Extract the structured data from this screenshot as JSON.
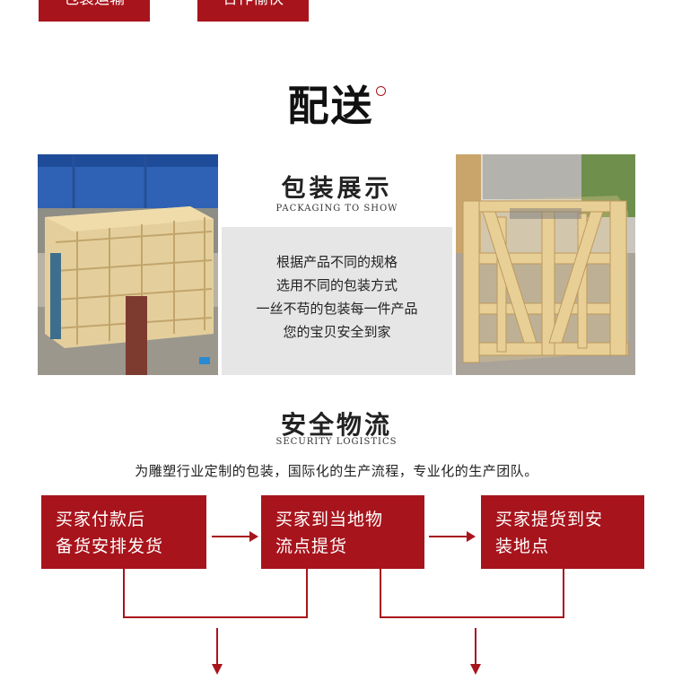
{
  "top_tabs": {
    "left_label": "包装运输",
    "right_label": "合作愉快"
  },
  "delivery": {
    "title": "配送"
  },
  "packaging": {
    "title": "包装展示",
    "subtitle": "PACKAGING TO SHOW",
    "lines": [
      "根据产品不同的规格",
      "选用不同的包装方式",
      "一丝不苟的包装每一件产品",
      "您的宝贝安全到家"
    ]
  },
  "logistics": {
    "title": "安全物流",
    "subtitle": "SECURITY LOGISTICS",
    "description": "为雕塑行业定制的包装，国际化的生产流程，专业化的生产团队。"
  },
  "flow_steps": [
    {
      "line1": "买家付款后",
      "line2": "备货安排发货"
    },
    {
      "line1": "买家到当地物",
      "line2": "流点提货"
    },
    {
      "line1": "买家提货到安",
      "line2": "装地点"
    }
  ],
  "colors": {
    "accent": "#a8141c",
    "panel_gray": "#e6e6e6"
  }
}
